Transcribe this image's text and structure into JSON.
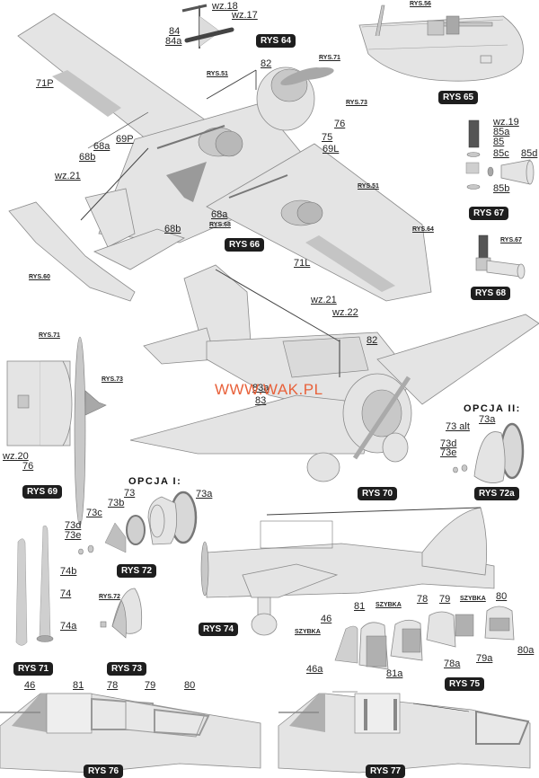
{
  "title": "Assembly instruction sheet — figures RYS 64 to RYS 77",
  "watermark": "WWW.WAK.PL",
  "colors": {
    "part_fill": "#e4e4e4",
    "part_dark": "#a8a8a8",
    "part_mid": "#c4c4c4",
    "outline": "#888888",
    "badge_bg": "#1e1e1e",
    "watermark": "#e8613a"
  },
  "figures": [
    {
      "id": "rys64",
      "badge": "RYS 64",
      "labels": [
        "wz.18",
        "wz.17",
        "84",
        "84a"
      ]
    },
    {
      "id": "rys65",
      "badge": "RYS 65",
      "labels": [
        "RYS.56"
      ]
    },
    {
      "id": "rys66",
      "badge": "RYS 66",
      "labels": [
        "71P",
        "82",
        "RYS.51",
        "RYS.71",
        "RYS.73",
        "76",
        "75",
        "69L",
        "69P",
        "68a",
        "68b",
        "wz.21",
        "68a",
        "RYS.68",
        "68b",
        "RYS.51",
        "RYS.64",
        "71L",
        "RYS.60"
      ]
    },
    {
      "id": "rys67",
      "badge": "RYS 67",
      "labels": [
        "wz.19",
        "85a",
        "85",
        "85c",
        "85d",
        "85b"
      ]
    },
    {
      "id": "rys68",
      "badge": "RYS 68",
      "labels": [
        "RYS.67"
      ]
    },
    {
      "id": "rys69",
      "badge": "RYS 69",
      "labels": [
        "RYS.71",
        "RYS.73",
        "wz.20",
        "76"
      ]
    },
    {
      "id": "rys70",
      "badge": "RYS 70",
      "labels": [
        "wz.21",
        "wz.22",
        "82",
        "83a",
        "83"
      ]
    },
    {
      "id": "rys72a",
      "badge": "RYS 72a",
      "option": "OPCJA II:",
      "labels": [
        "73a",
        "73 alt",
        "73d",
        "73e"
      ]
    },
    {
      "id": "rys72",
      "badge": "RYS 72",
      "option": "OPCJA I:",
      "labels": [
        "73",
        "73a",
        "73b",
        "73c",
        "73d",
        "73e"
      ]
    },
    {
      "id": "rys71",
      "badge": "RYS 71",
      "labels": [
        "74b",
        "74",
        "74a"
      ]
    },
    {
      "id": "rys73",
      "badge": "RYS 73",
      "labels": [
        "RYS.72"
      ]
    },
    {
      "id": "rys74",
      "badge": "RYS 74",
      "labels": []
    },
    {
      "id": "rys75",
      "badge": "RYS 75",
      "labels": [
        "46",
        "SZYBKA",
        "81",
        "SZYBKA",
        "78",
        "79",
        "SZYBKA",
        "80",
        "46a",
        "81a",
        "78a",
        "79a",
        "80a"
      ]
    },
    {
      "id": "rys76",
      "badge": "RYS 76",
      "labels": [
        "46",
        "81",
        "78",
        "79",
        "80"
      ]
    },
    {
      "id": "rys77",
      "badge": "RYS 77",
      "labels": []
    }
  ]
}
